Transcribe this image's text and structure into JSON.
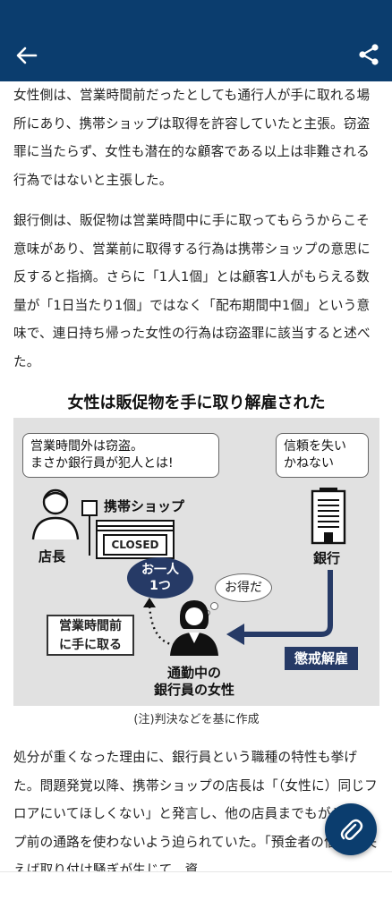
{
  "header": {
    "back_icon": "arrow-left-icon",
    "share_icon": "share-icon",
    "background": "#0b3d6e"
  },
  "article": {
    "p1": "女性側は、営業時間前だったとしても通行人が手に取れる場所にあり、携帯ショップは取得を許容していたと主張。窃盗罪に当たらず、女性も潜在的な顧客である以上は非難される行為ではないと主張した。",
    "p2": "銀行側は、販促物は営業時間中に手に取ってもらうからこそ意味があり、営業前に取得する行為は携帯ショップの意思に反すると指摘。さらに「1人1個」とは顧客1人がもらえる数量が「1日当たり1個」ではなく「配布期間中1個」という意味で、連日持ち帰った女性の行為は窃盗罪に該当すると述べた。",
    "p3": "処分が重くなった理由に、銀行員という職種の特性も挙げた。問題発覚以降、携帯ショップの店長は「（女性に）同じフロアにいてほしくない」と発言し、他の店員までもがショップ前の通路を使わないよう迫られていた。「預金者の信用を失えば取り付け騒ぎが生じて、資"
  },
  "figure": {
    "title": "女性は販促物を手に取り解雇された",
    "manager_quote_1": "営業時間外は窃盗。",
    "manager_quote_2": "まさか銀行員が犯人とは!",
    "bank_quote_1": "信頼を失い",
    "bank_quote_2": "かねない",
    "shop_label": "携帯ショップ",
    "closed_sign": "CLOSED",
    "manager_label": "店長",
    "bank_label": "銀行",
    "badge_1": "お一人",
    "badge_2": "1つ",
    "thought": "お得だ",
    "action_1": "営業時間前",
    "action_2": "に手に取る",
    "dismissal": "懲戒解雇",
    "woman_1": "通勤中の",
    "woman_2": "銀行員の女性",
    "note": "(注)判決などを基に作成",
    "colors": {
      "navy": "#263a66",
      "panel": "#e1e1e1"
    }
  },
  "fab": {
    "icon": "paperclip-icon",
    "color": "#0b3d6e"
  }
}
